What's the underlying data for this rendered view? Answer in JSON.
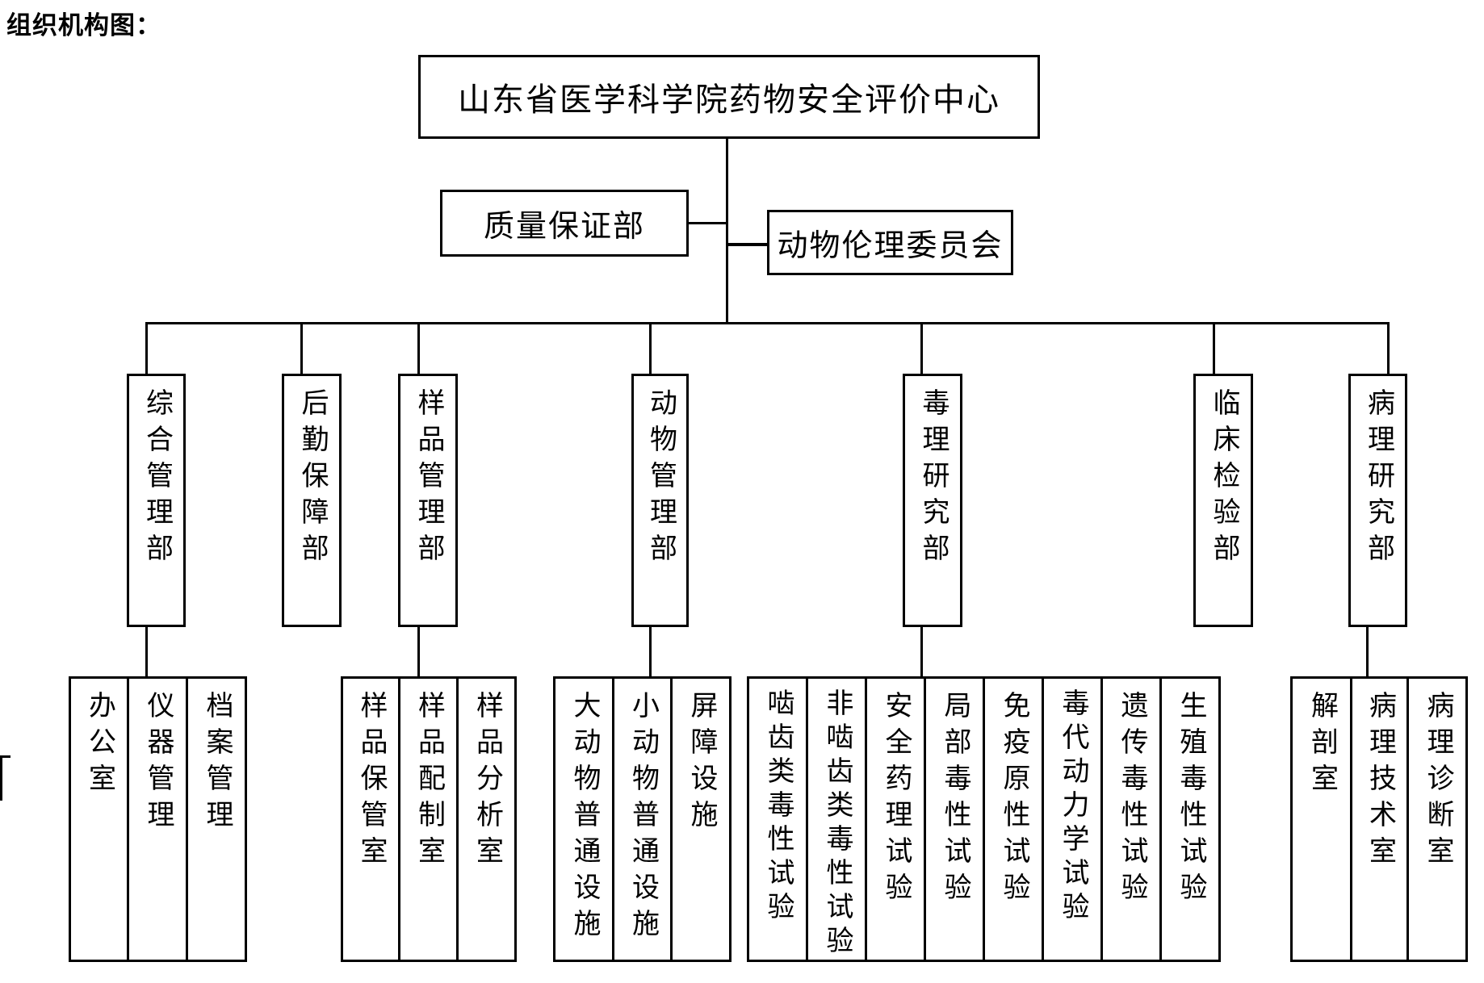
{
  "page": {
    "title": "组织机构图：",
    "background_color": "#ffffff",
    "line_color": "#000000"
  },
  "org": {
    "root": "山东省医学科学院药物安全评价中心",
    "quality_assurance": "质量保证部",
    "ethics_committee": "动物伦理委员会",
    "departments": [
      {
        "name": "综合管理部",
        "children": [
          "办公室",
          "仪器管理",
          "档案管理"
        ]
      },
      {
        "name": "后勤保障部",
        "children": []
      },
      {
        "name": "样品管理部",
        "children": [
          "样品保管室",
          "样品配制室",
          "样品分析室"
        ]
      },
      {
        "name": "动物管理部",
        "children": [
          "大动物普通设施",
          "小动物普通设施",
          "屏障设施"
        ]
      },
      {
        "name": "毒理研究部",
        "children": [
          "啮齿类毒性试验",
          "非啮齿类毒性试验",
          "安全药理试验",
          "局部毒性试验",
          "免疫原性试验",
          "毒代动力学试验",
          "遗传毒性试验",
          "生殖毒性试验"
        ]
      },
      {
        "name": "临床检验部",
        "children": []
      },
      {
        "name": "病理研究部",
        "children": [
          "解剖室",
          "病理技术室",
          "病理诊断室"
        ]
      }
    ]
  }
}
